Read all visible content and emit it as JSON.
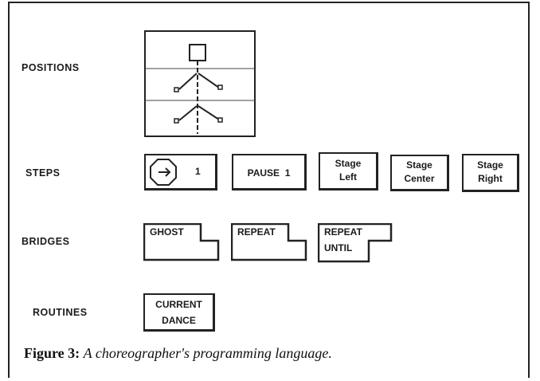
{
  "labels": {
    "positions": "POSITIONS",
    "steps": "STEPS",
    "bridges": "BRIDGES",
    "routines": "ROUTINES"
  },
  "steps": {
    "turn_value": "1",
    "pause": "PAUSE  1",
    "stage_left": [
      "Stage",
      "Left"
    ],
    "stage_center": [
      "Stage",
      "Center"
    ],
    "stage_right": [
      "Stage",
      "Right"
    ]
  },
  "bridges": {
    "ghost": "GHOST",
    "repeat": "REPEAT",
    "repeat_until": [
      "REPEAT",
      "UNTIL"
    ]
  },
  "routines": {
    "current_dance": [
      "CURRENT",
      "DANCE"
    ]
  },
  "caption": {
    "figure": "Figure 3:",
    "text": "A choreographer's programming language."
  }
}
